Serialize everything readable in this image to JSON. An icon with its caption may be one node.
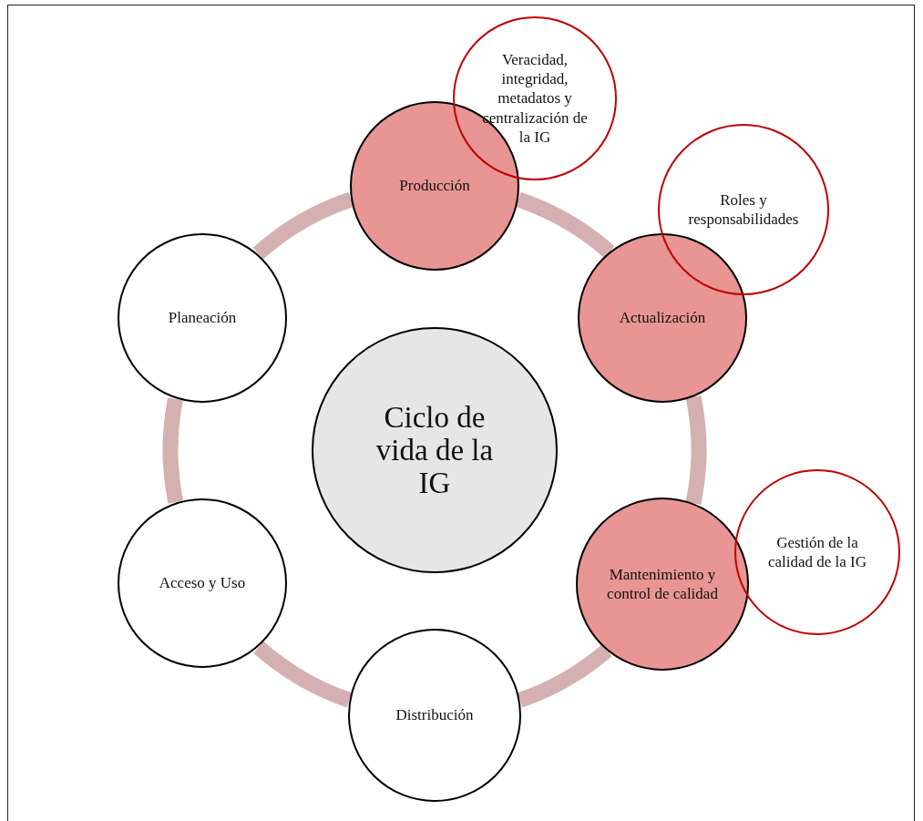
{
  "diagram": {
    "nodes": [
      {
        "text": [
          "Veracidad, integridad, metadatos y centralización de la IG"
        ]
      },
      {
        "text": [
          "Producción"
        ]
      },
      {
        "text": [
          "Roles y responsabilidades"
        ]
      },
      {
        "text": [
          "Planeación"
        ]
      },
      {
        "text": [
          "Actualización"
        ]
      },
      {
        "text": [
          "Ciclo de vida de la IG"
        ]
      },
      {
        "text": [
          "Acceso y Uso"
        ]
      },
      {
        "text": [
          "Mantenimiento y control de calidad"
        ]
      },
      {
        "text": [
          "Gestión de la calidad de la IG"
        ]
      },
      {
        "text": [
          "Distribución"
        ]
      }
    ],
    "edges": [
      {
        "from": 1,
        "to": 4,
        "arrow": "none"
      },
      {
        "from": 4,
        "to": 7,
        "arrow": "none"
      },
      {
        "from": 7,
        "to": 9,
        "arrow": "none"
      },
      {
        "from": 9,
        "to": 6,
        "arrow": "none"
      },
      {
        "from": 6,
        "to": 3,
        "arrow": "none"
      },
      {
        "from": 3,
        "to": 1,
        "arrow": "none"
      }
    ]
  }
}
